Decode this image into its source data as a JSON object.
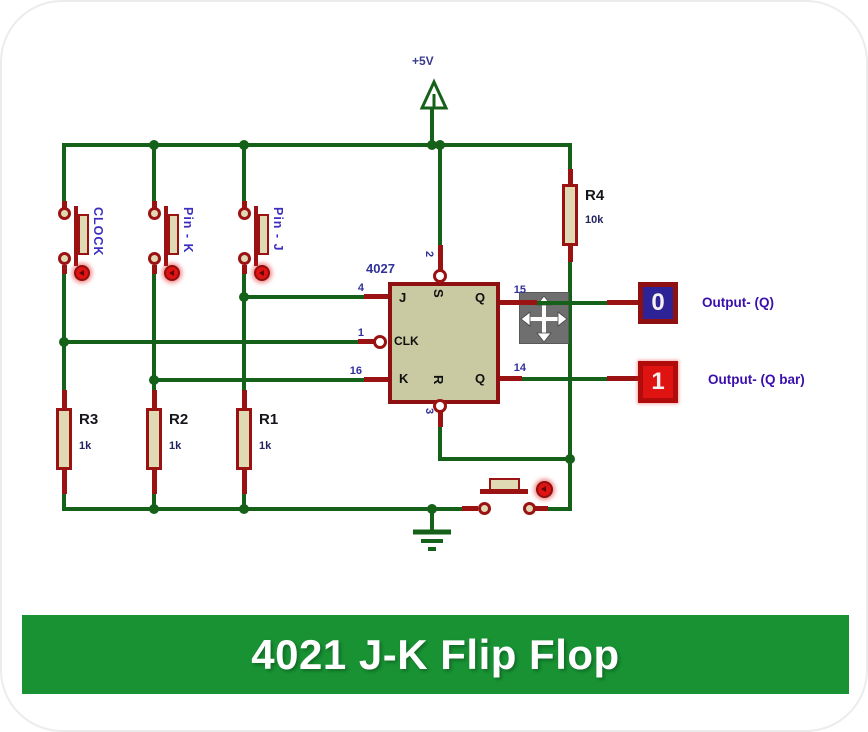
{
  "banner": {
    "title": "4021 J-K Flip Flop",
    "bg": "#189233",
    "text_color": "#FFFFFF"
  },
  "power": {
    "label": "+5V"
  },
  "ic": {
    "part": "4027",
    "pins": {
      "j": {
        "number": "4",
        "label": "J"
      },
      "clk": {
        "number": "1",
        "label": "CLK"
      },
      "k": {
        "number": "16",
        "label": "K"
      },
      "s": {
        "number": "2",
        "label": "S"
      },
      "r": {
        "number": "3",
        "label": "R"
      },
      "q": {
        "number": "15",
        "label": "Q"
      },
      "qbar": {
        "number": "14",
        "label": "Q"
      }
    }
  },
  "switches": [
    {
      "label": "CLOCK"
    },
    {
      "label": "Pin - K"
    },
    {
      "label": "Pin - J"
    }
  ],
  "resistors": [
    {
      "ref": "R4",
      "value": "10k"
    },
    {
      "ref": "R3",
      "value": "1k"
    },
    {
      "ref": "R2",
      "value": "1k"
    },
    {
      "ref": "R1",
      "value": "1k"
    }
  ],
  "outputs": [
    {
      "state": "0",
      "label": "Output- (Q)",
      "fill": "#2D2396"
    },
    {
      "state": "1",
      "label": "Output- (Q bar)",
      "fill": "#E01313"
    }
  ],
  "icons": {
    "move": "four-way-move-arrows",
    "ground": "ground-symbol",
    "power": "power-up-arrow"
  },
  "colors": {
    "wire": "#16611A",
    "pin": "#9B1212",
    "component_fill": "#DFD9B4",
    "ic_fill": "#C9C9A2",
    "label_blue": "#3D2EC0",
    "pin_number": "#31319B",
    "banner_green": "#189233"
  }
}
